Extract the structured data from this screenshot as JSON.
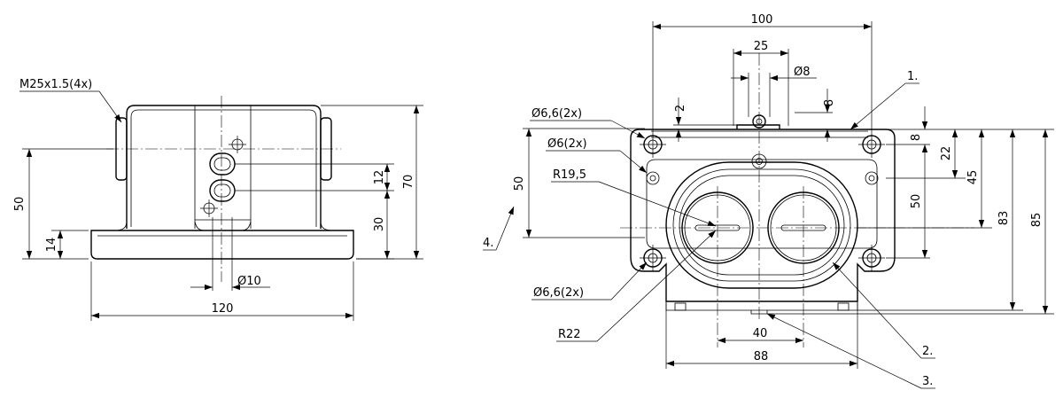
{
  "left_view": {
    "thread_label": "M25x1.5(4x)",
    "dim_50": "50",
    "dim_14": "14",
    "dim_12": "12",
    "dim_30": "30",
    "dim_70": "70",
    "dim_10": "10",
    "dim_120": "120"
  },
  "right_view": {
    "dim_100": "100",
    "dim_25": "25",
    "dim_8_dia": "8",
    "dim_2": "2",
    "dim_8_top": "8",
    "hole_top_label": "6,6(2x)",
    "hole_mid_label": "6(2x)",
    "radius_inner": "R19,5",
    "dim_50": "50",
    "dim_8_right": "8",
    "dim_22": "22",
    "dim_45": "45",
    "dim_50_right": "50",
    "dim_83": "83",
    "dim_85": "85",
    "hole_bottom_label": "6,6(2x)",
    "radius_outer": "R22",
    "dim_40": "40",
    "dim_88": "88",
    "callout_1": "1.",
    "callout_2": "2.",
    "callout_3": "3.",
    "callout_4": "4.",
    "diameter_symbol": "Ø"
  }
}
